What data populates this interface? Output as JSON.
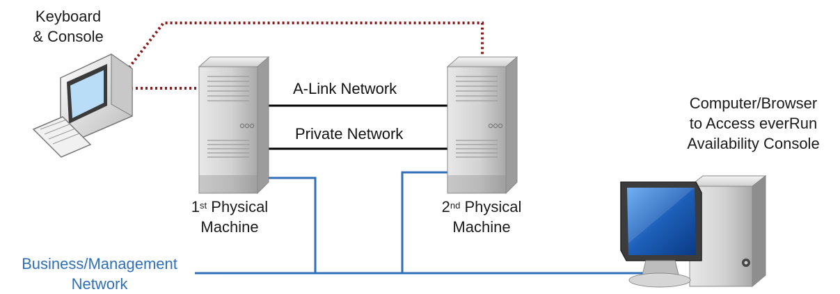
{
  "labels": {
    "keyboard_line1": "Keyboard",
    "keyboard_line2": "& Console",
    "alink_network": "A-Link Network",
    "private_network": "Private Network",
    "machine1_ordinal": "1",
    "machine1_sup": "st",
    "machine1_line1_rest": " Physical",
    "machine1_line2": "Machine",
    "machine2_ordinal": "2",
    "machine2_sup": "nd",
    "machine2_line1_rest": " Physical",
    "machine2_line2": "Machine",
    "computer_line1": "Computer/Browser",
    "computer_line2": "to Access everRun",
    "computer_line3": "Availability Console",
    "business_line1": "Business/Management",
    "business_line2": "Network"
  },
  "colors": {
    "console_link": "#8b1a1a",
    "business_network": "#2e6fb7",
    "private_links": "#000000",
    "server_body": "#c9c9c9",
    "screen_blue": "#1d5fb8"
  },
  "icons": {
    "keyboard_console": "terminal-icon",
    "server1": "server-tower-icon",
    "server2": "server-tower-icon",
    "client_computer": "desktop-computer-icon"
  }
}
